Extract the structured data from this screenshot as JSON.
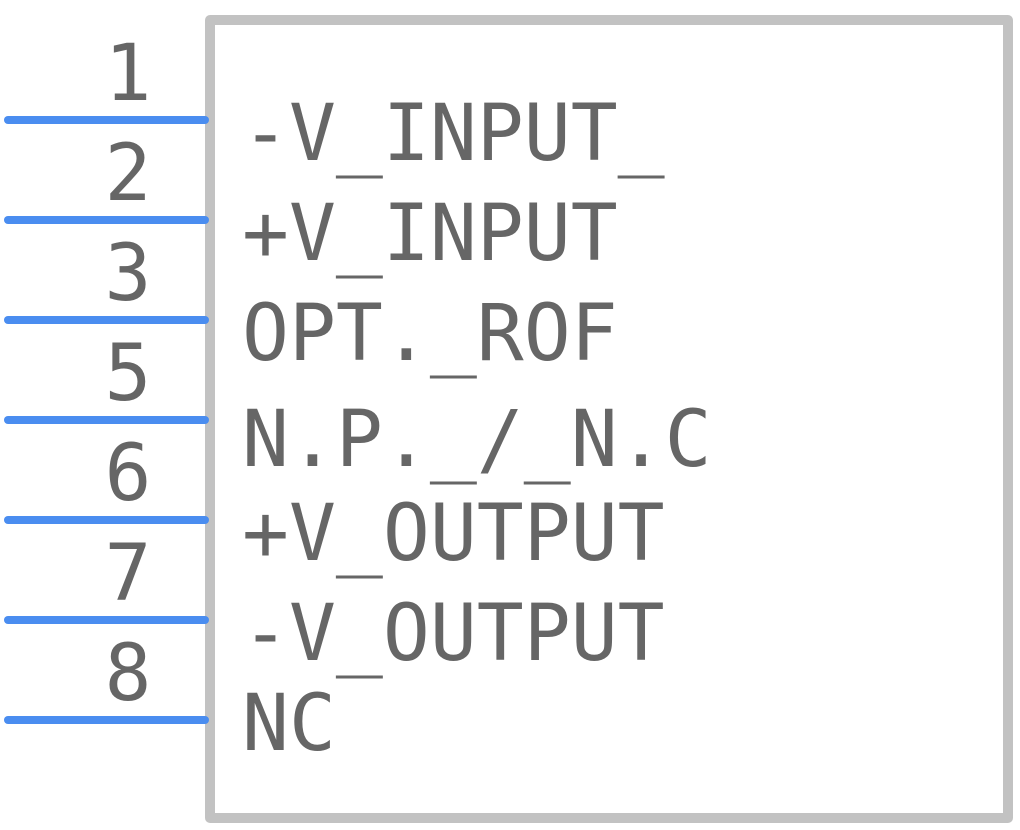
{
  "colors": {
    "body_outline": "#c2c2c2",
    "pin_line": "#4a8df0",
    "text": "#666666",
    "background": "#ffffff"
  },
  "pins": [
    {
      "number": "1",
      "label": "-V_INPUT_"
    },
    {
      "number": "2",
      "label": "+V_INPUT"
    },
    {
      "number": "3",
      "label": "OPT._ROF"
    },
    {
      "number": "5",
      "label": "N.P._/_N.C"
    },
    {
      "number": "6",
      "label": "+V_OUTPUT"
    },
    {
      "number": "7",
      "label": "-V_OUTPUT"
    },
    {
      "number": "8",
      "label": "NC"
    }
  ]
}
